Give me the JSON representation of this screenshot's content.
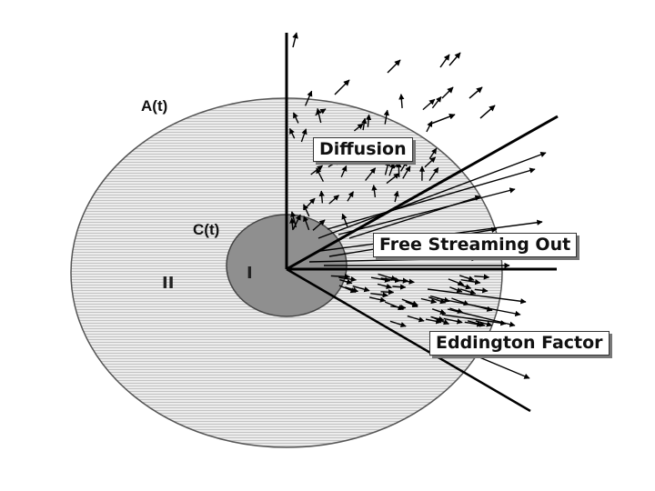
{
  "diagram": {
    "outer_region_label": "A(t)",
    "core_region_label": "C(t)",
    "core_zone_numeral": "I",
    "outer_zone_numeral": "II",
    "regime_labels": {
      "diffusion": "Diffusion",
      "free_streaming": "Free Streaming Out",
      "eddington": "Eddington Factor"
    },
    "colors": {
      "outer_fill": "#e9e9e9",
      "outer_hatch": "#c4c4c4",
      "core_fill": "#8e8e8e",
      "lines": "#000000"
    },
    "arrow_style": "arrow-icon"
  }
}
